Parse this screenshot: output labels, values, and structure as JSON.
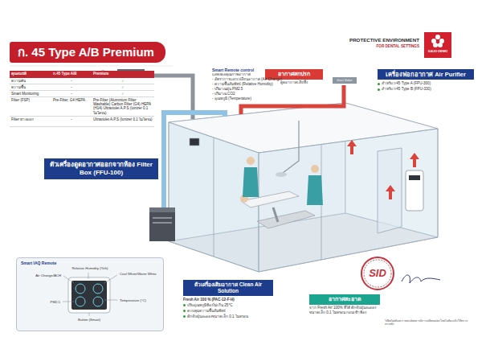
{
  "diagram": {
    "title": "ก. 45 Type A/B Premium",
    "nodes": [
      {
        "text": [
          "ก. 45 Type A/B Premium"
        ]
      },
      {
        "text": [
          "SAIJO DENKI"
        ]
      },
      {
        "text": [
          "อากาศสกปรก",
          "ดูดอากาศเสียทิ้ง"
        ]
      },
      {
        "text": [
          "Duct Valve"
        ]
      },
      {
        "text": [
          "เครื่องฟอกอากาศ Air Purifier",
          "สำหรับ ก45 Type A (FPU-300)",
          "สำหรับ ก45 Type B (FPU-330)"
        ]
      },
      {
        "text": [
          "ตัวเครื่องดูดอากาศออกจากห้อง Filter Box (FFU-100)"
        ]
      },
      {
        "text": [
          "Smart IAQ Remote"
        ]
      },
      {
        "text": [
          "ตัวเครื่องเติมอากาศ Clean Air Solution",
          "Fresh Air 100 % (PAC-12-F-H)",
          "ปรับอุณหภูมิห้องไม่เกิน 25°C",
          "ควบคุมความชื้นสัมพัทธ์",
          "ดักจับฝุ่นละอองขนาดเล็ก 0.1 ไมครอน"
        ]
      },
      {
        "text": [
          "อากาศสะอาด",
          "จาก Fresh Air 100% ที่ได้ ดักจับฝุ่นละอองขนาดเล็ก 0.1 ไมครอน ก่อนเข้าห้อง"
        ]
      },
      {
        "text": [
          "SID"
        ]
      }
    ],
    "labels": [
      "PROTECTIVE ENVIRONMENT",
      "FOR DENTAL SETTINGS",
      "คุณสมบัติ",
      "ก.45 Type A/B",
      "Premium",
      "ความดัน",
      "-",
      "✓",
      "ความชื้น",
      "-",
      "✓",
      "Smart Monitoring",
      "-",
      "✓",
      "Filter (FSP)",
      "Pre-Filter, G4 HEPA",
      "Pre-Filter (Aluminium Filter Washable) Carbon Filter (G4) HEPA (H14) Ultraviolet A.P.S (Ionizer 0.1 ไมโครน)",
      "Filter ทางออก",
      "-",
      "Ultraviolet A.P.S (Ionizer 0.1 ไมโครน)",
      "Smart Remote control",
      "แสดงผลคุณภาพอากาศ",
      "- อัตราการแลกเปลี่ยนอากาศ (Air Change)",
      "- ความชื้นสัมพัทธ์ (Relative Humidity)",
      "- ปริมาณฝุ่น PM2.5",
      "- ปริมาณ CO2",
      "- อุณหภูมิ (Temperature)",
      "Relative Humidity (%rh)",
      "Air Change/ACH",
      "Cool White/Warm White",
      "PM2.5",
      "Temperature (°C)",
      "Button (Smart)",
      "*ผลิตภัณฑ์และรายละเอียดอาจมีการเปลี่ยนแปลงโดยไม่ต้องแจ้งให้ทราบล่วงหน้า"
    ]
  }
}
